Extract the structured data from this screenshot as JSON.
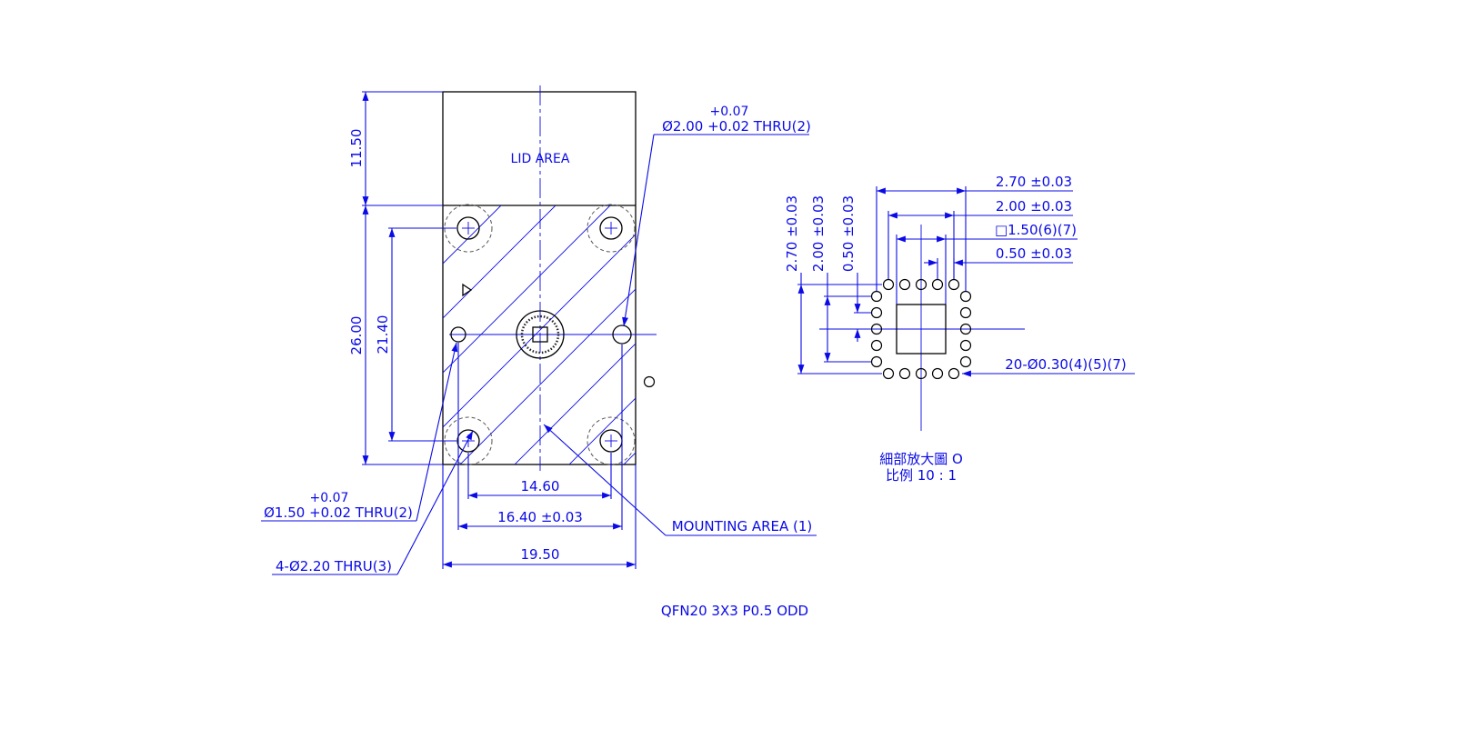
{
  "main_view": {
    "lid_area": "LID AREA",
    "dim_lid_height": "11.50",
    "dim_body_height": "26.00",
    "dim_hole_pitch_v": "21.40",
    "dim_hole_pitch_h_inner": "14.60",
    "dim_hole_pitch_h_outer": "16.40 ±0.03",
    "dim_total_width": "19.50",
    "callout_pin_hole_tol": "+0.07",
    "callout_pin_hole": "Ø2.00 +0.02 THRU(2)",
    "callout_small_hole_tol": "+0.07",
    "callout_small_hole": "Ø1.50 +0.02 THRU(2)",
    "callout_mount_holes": "4-Ø2.20 THRU(3)",
    "callout_mounting_area": "MOUNTING AREA (1)",
    "detail_marker": "O"
  },
  "detail_view": {
    "dim_outer": "2.70 ±0.03",
    "dim_inner": "2.00 ±0.03",
    "dim_pad": "□1.50(6)(7)",
    "dim_pitch": "0.50 ±0.03",
    "dim_outer_v": "2.70 ±0.03",
    "dim_inner_v": "2.00 ±0.03",
    "dim_pitch_v": "0.50 ±0.03",
    "callout_pins": "20-Ø0.30(4)(5)(7)",
    "title_line1": "細部放大圖 O",
    "title_line2": "比例 10 : 1"
  },
  "drawing_title": "QFN20 3X3 P0.5 ODD",
  "colors": {
    "dimension": "#0a0ae6",
    "outline": "#000000"
  }
}
